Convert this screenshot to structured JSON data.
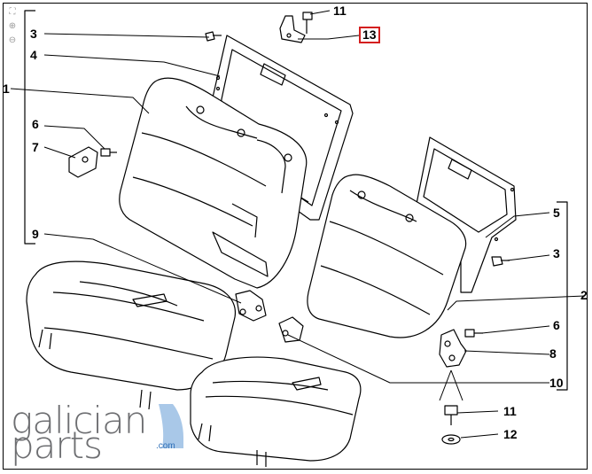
{
  "diagram": {
    "callouts": {
      "c1": "1",
      "c2": "2",
      "c3a": "3",
      "c3b": "3",
      "c4": "4",
      "c5": "5",
      "c6a": "6",
      "c6b": "6",
      "c7": "7",
      "c8": "8",
      "c9": "9",
      "c10": "10",
      "c11a": "11",
      "c11b": "11",
      "c12": "12",
      "c13": "13"
    },
    "highlight_color": "#d41f1f",
    "line_color": "#000000"
  },
  "toolbar": {
    "fit_icon": "fit-page-icon",
    "zoom_in_icon": "zoom-in-icon",
    "zoom_out_icon": "zoom-out-icon"
  },
  "brand": {
    "line1": "galician",
    "line2": "parts",
    "domain": ".com",
    "accent": "#2e6fb7",
    "text_color": "#6d6e71"
  }
}
